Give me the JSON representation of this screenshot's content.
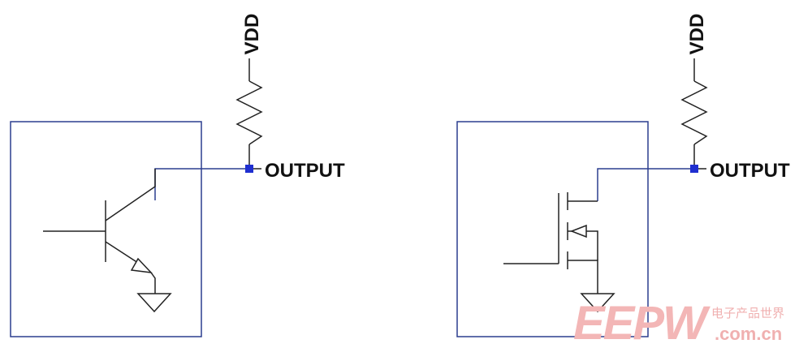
{
  "left_circuit": {
    "supply_label": "VDD",
    "output_label": "OUTPUT"
  },
  "right_circuit": {
    "supply_label": "VDD",
    "output_label": "OUTPUT"
  },
  "watermark": {
    "brand": "EEPW",
    "chinese": "电子产品世界",
    "domain": ".com.cn"
  },
  "colors": {
    "wire": "#2c3e8f",
    "node": "#1f2fd0",
    "watermark": "#f3b6b6"
  }
}
